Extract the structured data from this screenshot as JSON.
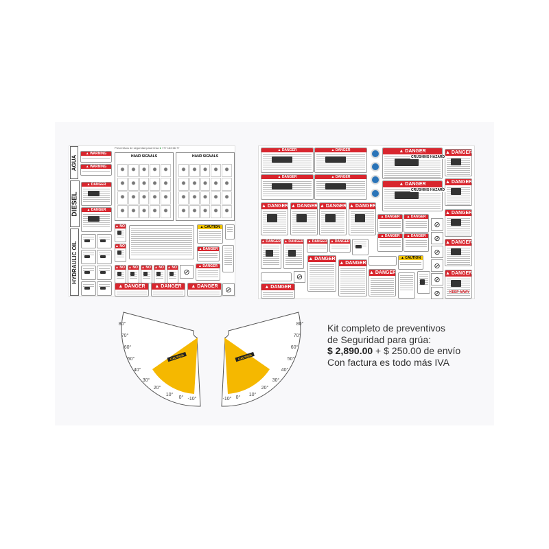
{
  "sheet_left": {
    "header": "Preventivos de seguridad para Grúa",
    "phone": "777 163 66 77",
    "fluid_labels": [
      "AGUA",
      "DIESEL",
      "HYDRAULIC OIL"
    ],
    "hand_signals_title": "HAND SIGNALS",
    "warning": "WARNING",
    "danger": "DANGER",
    "caution": "CAUTION",
    "no_step": "NO STEP"
  },
  "sheet_right": {
    "danger": "DANGER",
    "caution": "CAUTION",
    "crushing_hazard": "CRUSHING HAZARD",
    "keep_away": "KEEP AWAY"
  },
  "protractor": {
    "ticks": [
      "80°",
      "70°",
      "60°",
      "50°",
      "40°",
      "30°",
      "20°",
      "10°",
      "0°",
      "-10°"
    ],
    "caution": "CAUTION",
    "fill_color": "#f5b800"
  },
  "offer": {
    "line1": "Kit completo de preventivos",
    "line2": "de Seguridad para grúa:",
    "price": "$ 2,890.00",
    "shipping": " + $ 250.00 de envío",
    "line4": "Con factura es todo más IVA"
  },
  "colors": {
    "danger": "#d8262e",
    "caution": "#f2c500",
    "accent_blue": "#2a74b8"
  }
}
